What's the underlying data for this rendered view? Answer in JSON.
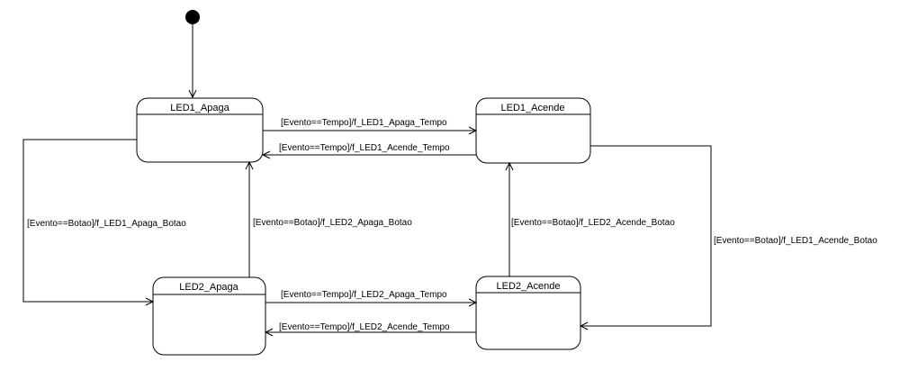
{
  "diagram": {
    "type": "uml-state-machine",
    "states": {
      "led1_apaga": "LED1_Apaga",
      "led1_acende": "LED1_Acende",
      "led2_apaga": "LED2_Apaga",
      "led2_acende": "LED2_Acende"
    },
    "transitions": {
      "t_led1_apaga_to_led1_acende": "[Evento==Tempo]/f_LED1_Apaga_Tempo",
      "t_led1_acende_to_led1_apaga": "[Evento==Tempo]/f_LED1_Acende_Tempo",
      "t_led1_apaga_to_led2_apaga": "[Evento==Botao]/f_LED1_Apaga_Botao",
      "t_led2_apaga_to_led1_apaga": "[Evento==Botao]/f_LED2_Apaga_Botao",
      "t_led2_acende_to_led1_acende": "[Evento==Botao]/f_LED2_Acende_Botao",
      "t_led1_acende_to_led2_acende": "[Evento==Botao]/f_LED1_Acende_Botao",
      "t_led2_apaga_to_led2_acende": "[Evento==Tempo]/f_LED2_Apaga_Tempo",
      "t_led2_acende_to_led2_apaga": "[Evento==Tempo]/f_LED2_Acende_Tempo"
    }
  }
}
